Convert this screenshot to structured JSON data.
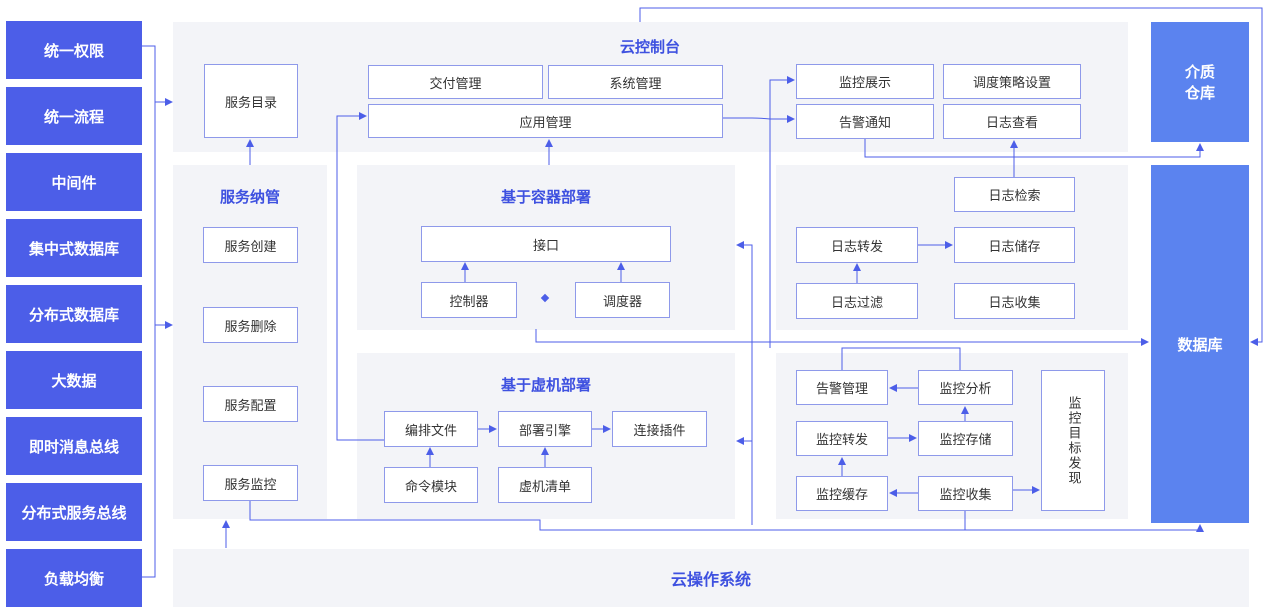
{
  "left_items": [
    "统一权限",
    "统一流程",
    "中间件",
    "集中式数据库",
    "分布式数据库",
    "大数据",
    "即时消息总线",
    "分布式服务总线",
    "负载均衡"
  ],
  "cloud_console": {
    "title": "云控制台",
    "service_catalog": "服务目录",
    "delivery": "交付管理",
    "system": "系统管理",
    "app": "应用管理",
    "monitor_display": "监控展示",
    "schedule_policy": "调度策略设置",
    "alert_notify": "告警通知",
    "log_view": "日志查看"
  },
  "service_mgmt": {
    "title": "服务纳管",
    "items": [
      "服务创建",
      "服务删除",
      "服务配置",
      "服务监控"
    ]
  },
  "container": {
    "title": "基于容器部署",
    "interface": "接口",
    "controller": "控制器",
    "scheduler": "调度器"
  },
  "vm": {
    "title": "基于虚机部署",
    "orchestration": "编排文件",
    "engine": "部署引擎",
    "plugin": "连接插件",
    "command": "命令模块",
    "inventory": "虚机清单"
  },
  "logs": {
    "search": "日志检索",
    "forward": "日志转发",
    "store": "日志储存",
    "filter": "日志过滤",
    "collect": "日志收集"
  },
  "monitor": {
    "alert_mgmt": "告警管理",
    "analysis": "监控分析",
    "forward": "监控转发",
    "storage": "监控存储",
    "cache": "监控缓存",
    "collect": "监控收集",
    "target": "监控目标发现"
  },
  "right": {
    "media": "介质\n仓库",
    "db": "数据库"
  },
  "cloud_os": "云操作系统",
  "colors": {
    "left_bg": "#4c5ee8",
    "right_bg": "#5b83ef",
    "panel": "#f3f4f8",
    "border": "#8e99ea",
    "title": "#3e51e0"
  }
}
